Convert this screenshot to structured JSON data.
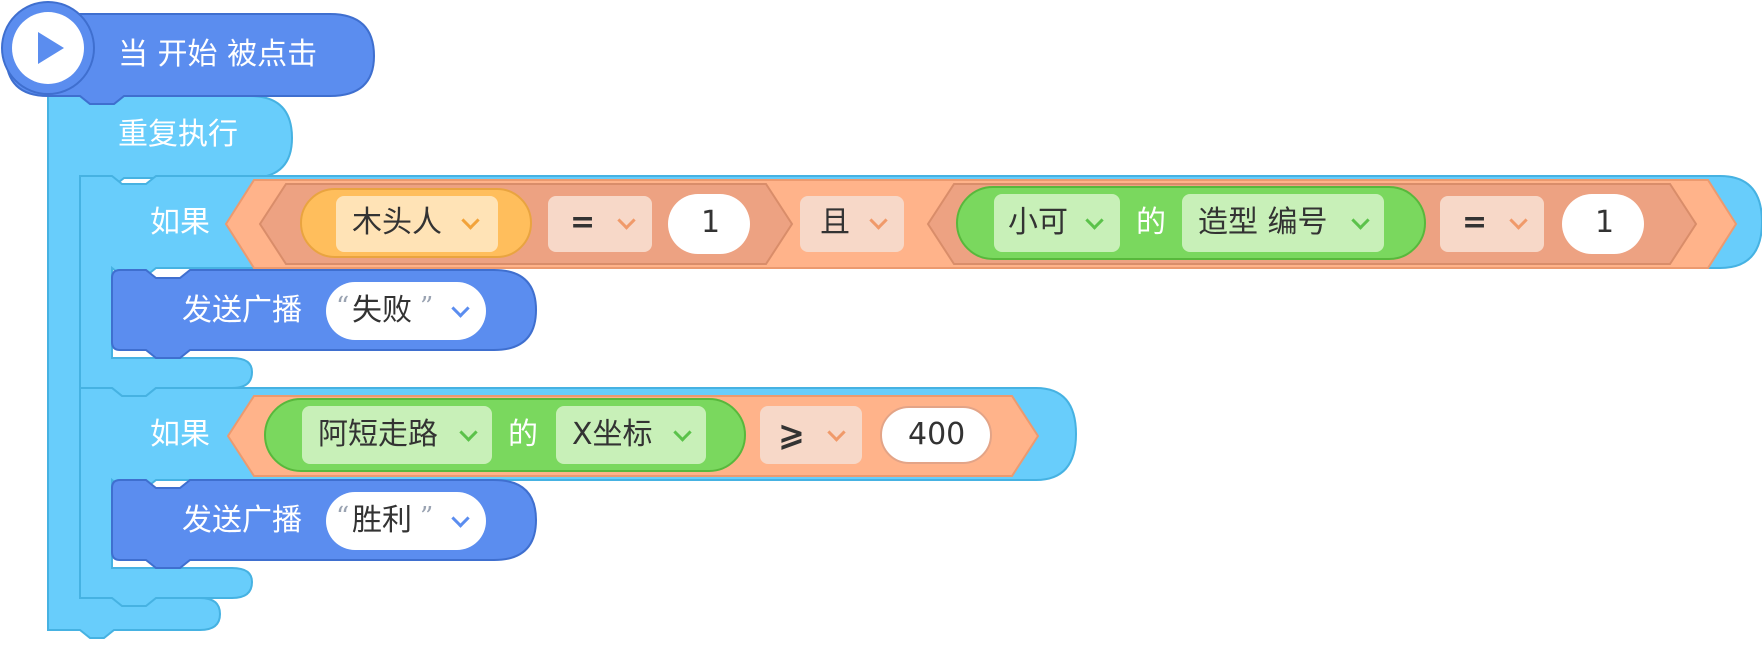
{
  "colors": {
    "event": "#5b8def",
    "control": "#68cdfb",
    "operator": "#ffb38a",
    "variable": "#ffbe5c",
    "sensing": "#7ad85e"
  },
  "icons": {
    "start": "play-icon"
  },
  "hat": {
    "label": "当 开始 被点击"
  },
  "loop": {
    "label": "重复执行"
  },
  "if1": {
    "label": "如果",
    "var": "木头人",
    "op1": "=",
    "val1": "1",
    "and_label": "且",
    "sprite": "小可",
    "of": "的",
    "prop": "造型 编号",
    "op2": "=",
    "val2": "1"
  },
  "broadcast1": {
    "label": "发送广播",
    "open_quote": "“",
    "message": "失败",
    "close_quote": "”"
  },
  "if2": {
    "label": "如果",
    "sprite": "阿短走路",
    "of": "的",
    "prop": "X坐标",
    "op": "⩾",
    "val": "400"
  },
  "broadcast2": {
    "label": "发送广播",
    "open_quote": "“",
    "message": "胜利",
    "close_quote": "”"
  }
}
